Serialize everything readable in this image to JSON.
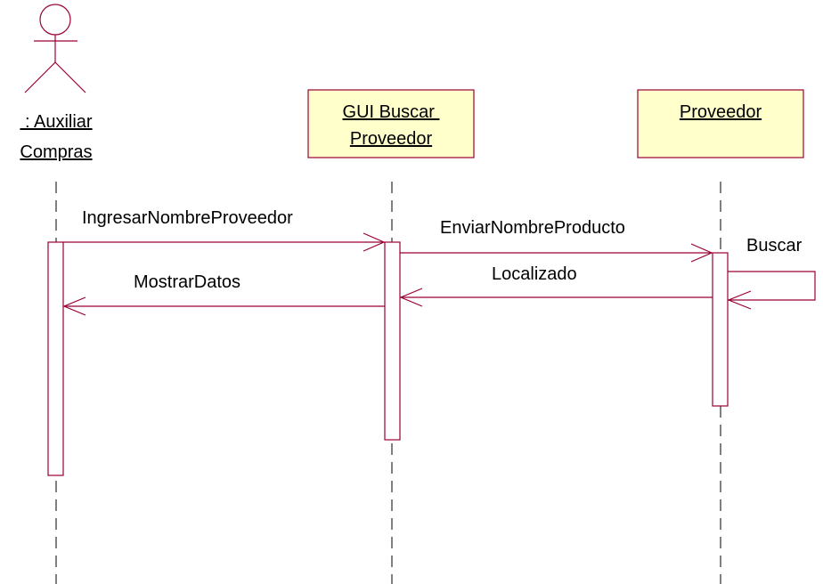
{
  "actor": {
    "name_line1": " : Auxiliar",
    "name_line2": "Compras"
  },
  "objects": {
    "gui": {
      "line1": "GUI Buscar ",
      "line2": "Proveedor"
    },
    "proveedor": {
      "line1": "Proveedor"
    }
  },
  "messages": {
    "m1": "IngresarNombreProveedor",
    "m2": "EnviarNombreProducto",
    "m3": "Buscar",
    "m4": "Localizado",
    "m5": "MostrarDatos"
  },
  "colors": {
    "line": "#990033",
    "object_fill": "#ffffcc",
    "lifeline": "#000000",
    "text": "#000000"
  }
}
